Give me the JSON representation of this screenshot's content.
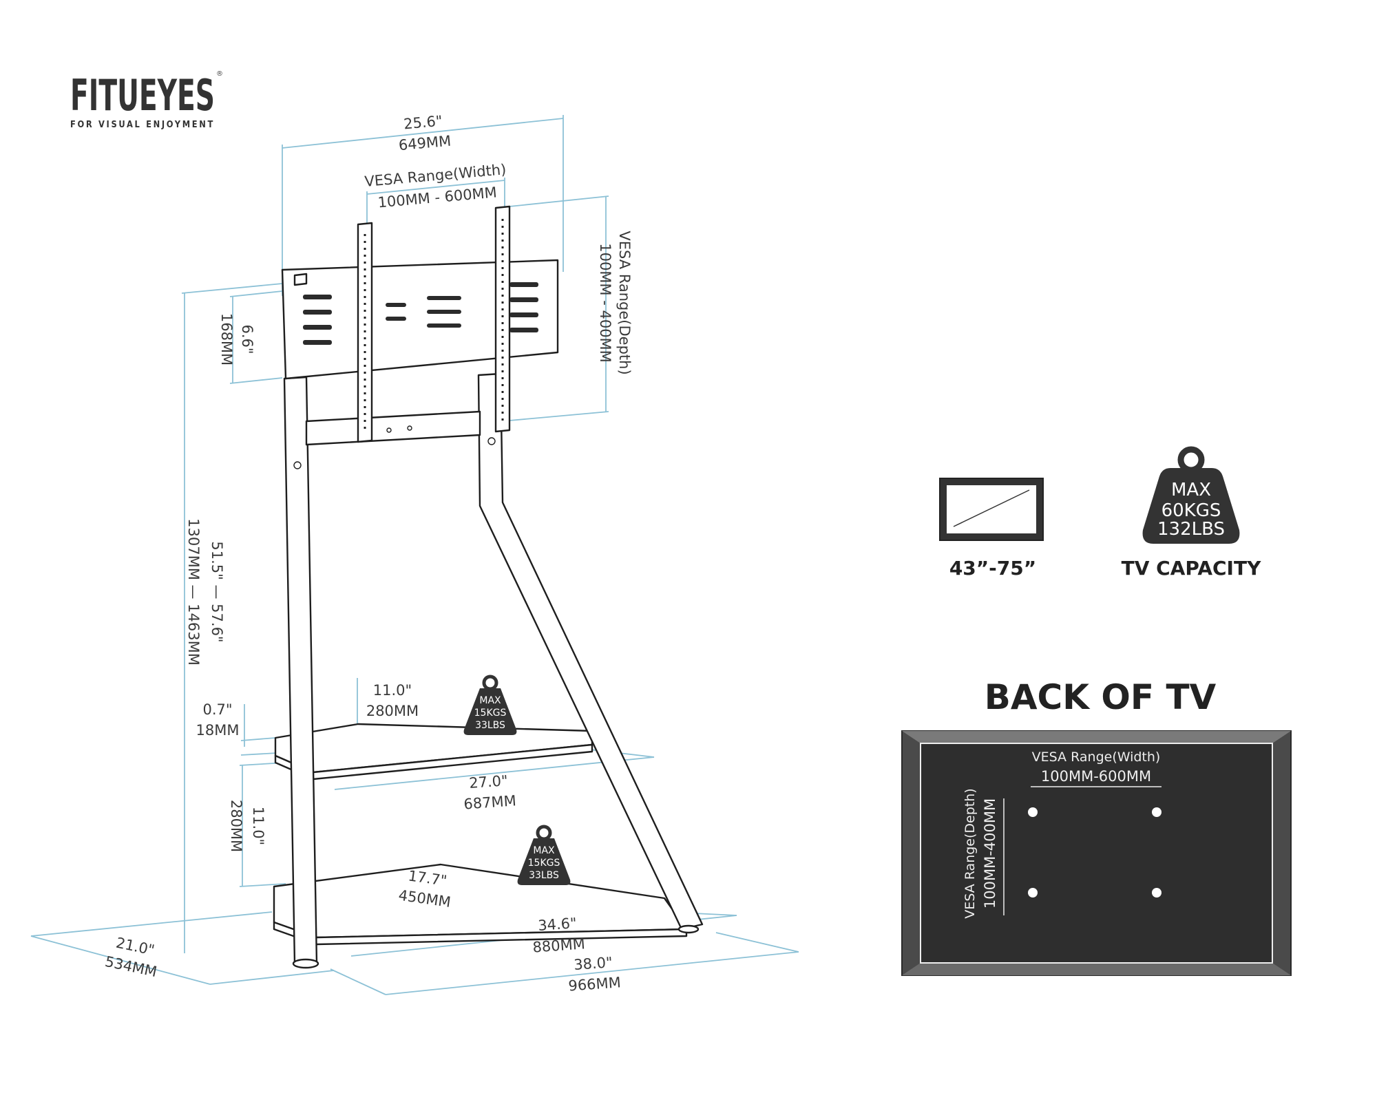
{
  "logo": {
    "brand": "FITUEYES",
    "tagline": "FOR VISUAL ENJOYMENT",
    "registered": "®"
  },
  "dimensions": {
    "top_width": {
      "inch": "25.6\"",
      "mm": "649MM"
    },
    "vesa_width": {
      "title": "VESA Range(Width)",
      "value": "100MM - 600MM"
    },
    "vesa_depth": {
      "title": "VESA Range(Depth)",
      "value": "100MM - 400MM"
    },
    "plate_height": {
      "inch": "6.6\"",
      "mm": "168MM"
    },
    "total_height": {
      "inch": "51.5\" — 57.6\"",
      "mm": "1307MM — 1463MM"
    },
    "shelf_gap": {
      "inch": "11.0\"",
      "mm": "280MM"
    },
    "shelf_thickness": {
      "inch": "0.7\"",
      "mm": "18MM"
    },
    "upper_shelf_depth": {
      "inch": "11.0\"",
      "mm": "280MM"
    },
    "upper_shelf_width": {
      "inch": "27.0\"",
      "mm": "687MM"
    },
    "lower_shelf_depth": {
      "inch": "17.7\"",
      "mm": "450MM"
    },
    "lower_shelf_width": {
      "inch": "34.6\"",
      "mm": "880MM"
    },
    "base_depth": {
      "inch": "21.0\"",
      "mm": "534MM"
    },
    "base_width": {
      "inch": "38.0\"",
      "mm": "966MM"
    }
  },
  "shelf_badges": [
    {
      "line1": "MAX",
      "line2": "15KGS",
      "line3": "33LBS"
    },
    {
      "line1": "MAX",
      "line2": "15KGS",
      "line3": "33LBS"
    }
  ],
  "specs": {
    "tv_size": "43”-75”",
    "capacity_label": "TV CAPACITY",
    "capacity_weight": {
      "line1": "MAX",
      "line2": "60KGS",
      "line3": "132LBS"
    }
  },
  "back_of_tv": {
    "title": "BACK OF TV",
    "vesa_width_title": "VESA Range(Width)",
    "vesa_width_value": "100MM-600MM",
    "vesa_depth_title": "VESA Range(Depth)",
    "vesa_depth_value": "100MM-400MM"
  },
  "colors": {
    "dimension_line": "#8cc1d6",
    "ink": "#1e1e1e",
    "tv_back_fill": "#4a4a4a"
  }
}
